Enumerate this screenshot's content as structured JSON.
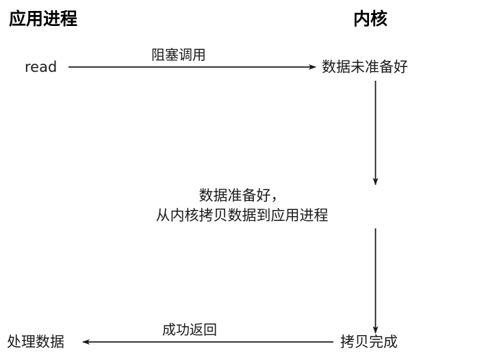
{
  "diagram": {
    "type": "blocking-io-sequence",
    "background_color": "#ffffff",
    "line_color": "#1a1a1a",
    "text_color": "#1a1a1a",
    "lanes": [
      {
        "id": "app",
        "title": "应用进程"
      },
      {
        "id": "kernel",
        "title": "内核"
      }
    ],
    "nodes": {
      "read": "read",
      "data_not_ready": "数据未准备好",
      "data_ready_line1": "数据准备好，",
      "data_ready_line2": "从内核拷贝数据到应用进程",
      "copy_done": "拷贝完成",
      "process_data": "处理数据"
    },
    "edges": [
      {
        "id": "blocking-call",
        "label": "阻塞调用",
        "from": "read",
        "to": "data_not_ready",
        "direction": "right"
      },
      {
        "id": "kernel-wait",
        "label": "",
        "from": "data_not_ready",
        "to": "data_ready",
        "direction": "down"
      },
      {
        "id": "kernel-copy",
        "label": "",
        "from": "data_ready",
        "to": "copy_done",
        "direction": "down"
      },
      {
        "id": "return-ok",
        "label": "成功返回",
        "from": "copy_done",
        "to": "process_data",
        "direction": "left"
      }
    ]
  }
}
